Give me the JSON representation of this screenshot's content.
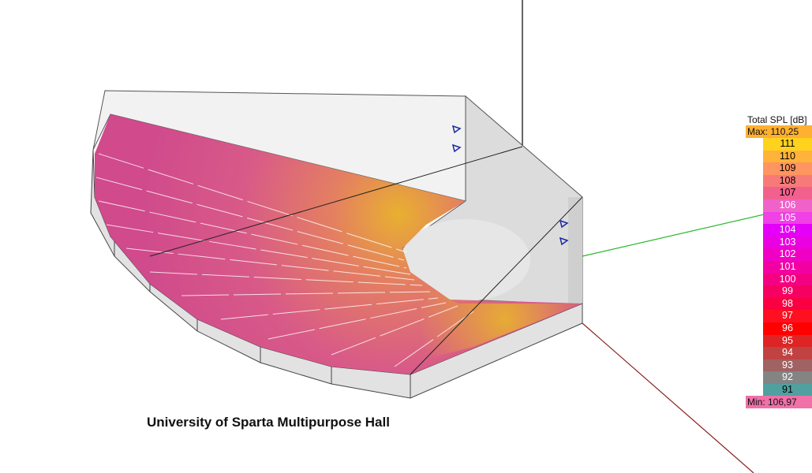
{
  "caption": "University of Sparta Multipurpose Hall",
  "legend": {
    "title": "Total SPL [dB]",
    "max_label": "Max: 110,25",
    "min_label": "Min: 106,97",
    "levels": [
      {
        "label": "111",
        "color": "#ffd21e",
        "text": "#000"
      },
      {
        "label": "110",
        "color": "#ffb33a",
        "text": "#000"
      },
      {
        "label": "109",
        "color": "#ff9560",
        "text": "#000"
      },
      {
        "label": "108",
        "color": "#f87a78",
        "text": "#000"
      },
      {
        "label": "107",
        "color": "#f2608e",
        "text": "#000"
      },
      {
        "label": "106",
        "color": "#f062c8",
        "text": "#fff"
      },
      {
        "label": "105",
        "color": "#f040e6",
        "text": "#fff"
      },
      {
        "label": "104",
        "color": "#e400f8",
        "text": "#fff"
      },
      {
        "label": "103",
        "color": "#ea00e0",
        "text": "#fff"
      },
      {
        "label": "102",
        "color": "#f000c4",
        "text": "#fff"
      },
      {
        "label": "101",
        "color": "#f200a2",
        "text": "#fff"
      },
      {
        "label": "100",
        "color": "#f40082",
        "text": "#fff"
      },
      {
        "label": "99",
        "color": "#f60062",
        "text": "#fff"
      },
      {
        "label": "98",
        "color": "#fa0042",
        "text": "#fff"
      },
      {
        "label": "97",
        "color": "#ff1020",
        "text": "#fff"
      },
      {
        "label": "96",
        "color": "#ff0000",
        "text": "#fff"
      },
      {
        "label": "95",
        "color": "#de2424",
        "text": "#fff"
      },
      {
        "label": "94",
        "color": "#c04242",
        "text": "#fff"
      },
      {
        "label": "93",
        "color": "#a06262",
        "text": "#fff"
      },
      {
        "label": "92",
        "color": "#848484",
        "text": "#fff"
      },
      {
        "label": "91",
        "color": "#50a0a0",
        "text": "#000"
      }
    ]
  }
}
